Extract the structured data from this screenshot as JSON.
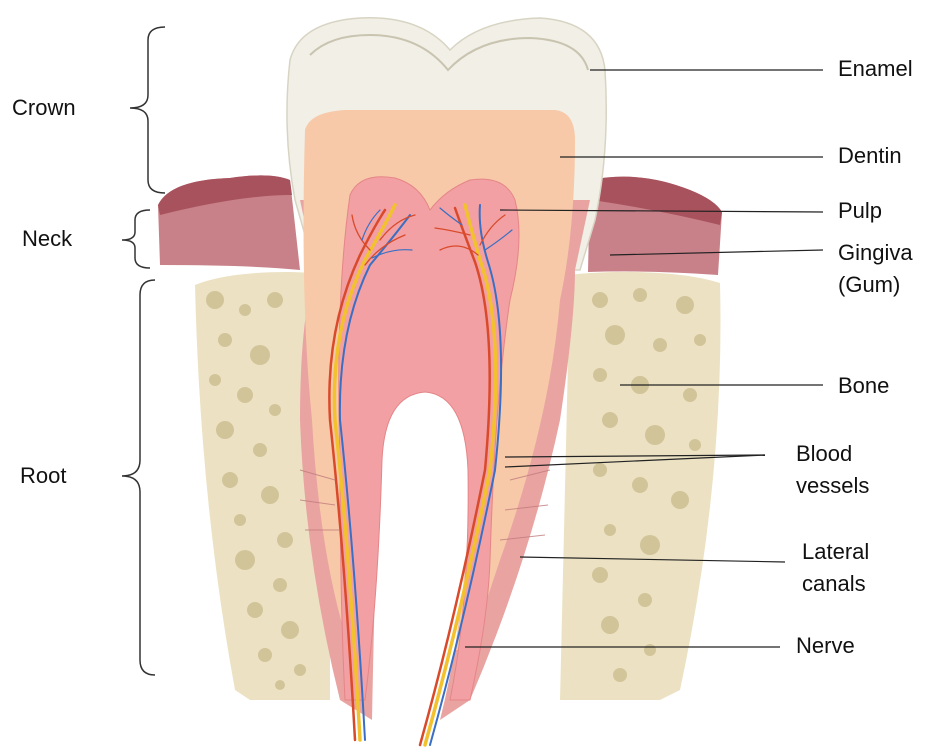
{
  "diagram": {
    "regions": {
      "crown": "Crown",
      "neck": "Neck",
      "root": "Root"
    },
    "labels": {
      "enamel": "Enamel",
      "dentin": "Dentin",
      "pulp": "Pulp",
      "gingiva_line1": "Gingiva",
      "gingiva_line2": "(Gum)",
      "bone": "Bone",
      "blood_vessels_line1": "Blood",
      "blood_vessels_line2": "vessels",
      "lateral_canals_line1": "Lateral",
      "lateral_canals_line2": "canals",
      "nerve": "Nerve"
    },
    "colors": {
      "enamel": "#f1efe6",
      "dentin": "#f7c9a8",
      "pulp": "#f2a0a3",
      "gingiva": "#b8646f",
      "bone": "#ece2c3",
      "bone_spots": "#cdbf92",
      "blood_vessel_red": "#d94a2a",
      "blood_vessel_blue": "#3a6fc4",
      "nerve_yellow": "#f2c22e"
    }
  }
}
